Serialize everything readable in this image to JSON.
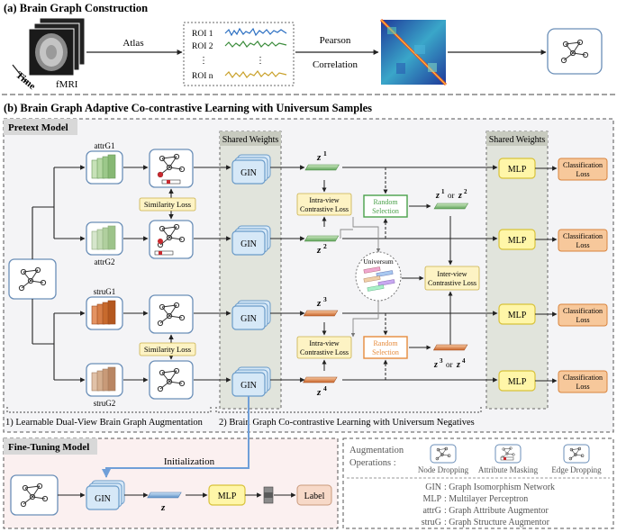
{
  "section_a": {
    "title": "(a) Brain Graph Construction",
    "time_label": "Time",
    "fmri_label": "fMRI",
    "atlas_label": "Atlas",
    "roi_labels": [
      "ROI 1",
      "ROI 2",
      "⋮",
      "ROI n"
    ],
    "pearson_label": "Pearson",
    "correlation_label": "Correlation"
  },
  "section_b": {
    "title": "(b) Brain Graph Adaptive Co-contrastive Learning with Universum Samples",
    "pretext_label": "Pretext Model",
    "shared_weights": "Shared Weights",
    "attrG1": "attrG1",
    "attrG2": "attrG2",
    "struG1": "struG1",
    "struG2": "struG2",
    "similarity_loss": "Similarity Loss",
    "gin": "GIN",
    "z1": "z",
    "z1_sup": "1",
    "z2_sup": "2",
    "z3_sup": "3",
    "z4_sup": "4",
    "intra_view_1": "Intra-view",
    "intra_view_2": "Contrastive Loss",
    "random_1": "Random",
    "random_2": "Selection",
    "or_label": "or",
    "universum": "Universum",
    "inter_view_1": "Inter-view",
    "inter_view_2": "Contrastive Loss",
    "mlp": "MLP",
    "class_1": "Classification",
    "class_2": "Loss",
    "step1": "1) Learnable Dual-View Brain Graph Augmentation",
    "step2": "2) Brain Graph Co-contrastive Learning with Universum Negatives"
  },
  "finetune": {
    "title": "Fine-Tuning Model",
    "initialization": "Initialization",
    "gin": "GIN",
    "z": "z",
    "mlp": "MLP",
    "label": "Label"
  },
  "legend": {
    "aug_1": "Augmentation",
    "aug_2": "Operations :",
    "node_dropping": "Node Dropping",
    "attribute_masking": "Attribute Masking",
    "edge_dropping": "Edge Dropping",
    "defs": [
      {
        "abbr": "GIN",
        "desc": ":  Graph Isomorphism Network"
      },
      {
        "abbr": "MLP",
        "desc": ":  Multilayer Perceptron"
      },
      {
        "abbr": "attrG",
        "desc": ":  Graph Attribute Augmentor"
      },
      {
        "abbr": "struG",
        "desc": ":  Graph Structure Augmentor"
      }
    ]
  },
  "colors": {
    "gin_fill": "#d6e8f7",
    "gin_stroke": "#6a9bc9",
    "mlp_fill": "#fff6a8",
    "mlp_stroke": "#d8c23a",
    "class_fill": "#f7c89b",
    "class_stroke": "#d9843e",
    "sim_fill": "#fdf3c4",
    "random_green": "#4aa14a",
    "random_orange": "#e68b3c",
    "attr_green": "#9cc88a",
    "stru_brown": "#c76a2d",
    "stru_tan": "#c89a78",
    "init_blue": "#6f9fd8",
    "label_fill": "#f7d9c8"
  }
}
